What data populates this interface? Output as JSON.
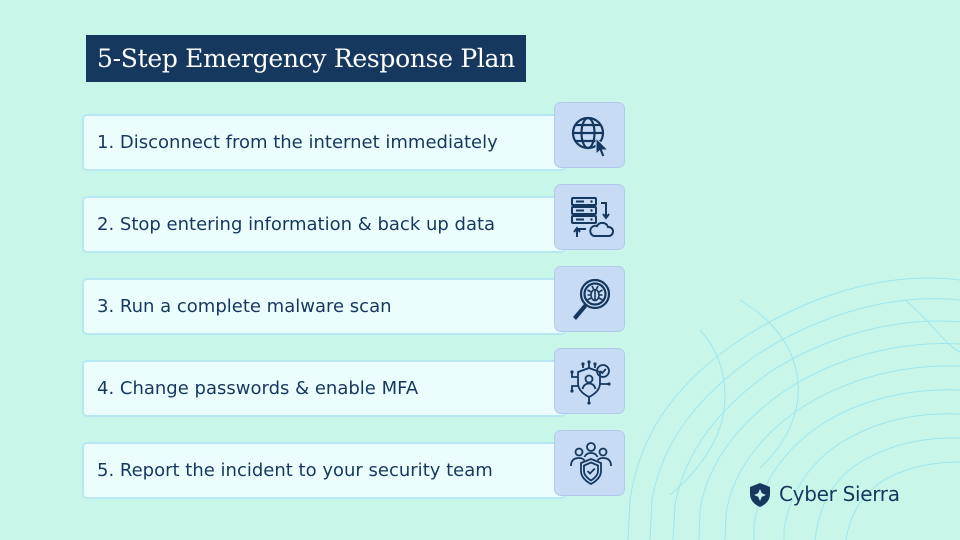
{
  "title": "5-Step Emergency Response Plan",
  "steps": [
    {
      "label": "1. Disconnect from the internet immediately",
      "icon": "globe-cursor-icon"
    },
    {
      "label": "2. Stop entering information & back up data",
      "icon": "server-cloud-backup-icon"
    },
    {
      "label": "3. Run a complete malware scan",
      "icon": "magnifier-bug-icon"
    },
    {
      "label": "4. Change passwords & enable MFA",
      "icon": "shield-user-check-icon"
    },
    {
      "label": "5. Report the incident to your security team",
      "icon": "team-shield-icon"
    }
  ],
  "brand": {
    "name": "Cyber Sierra",
    "logo_icon": "shield-star-icon"
  },
  "colors": {
    "background": "#c8f7ea",
    "navy": "#16385f",
    "card": "#ecfdfe",
    "card_border": "#b7e8f2",
    "icon_tile": "#c7dcf4"
  }
}
